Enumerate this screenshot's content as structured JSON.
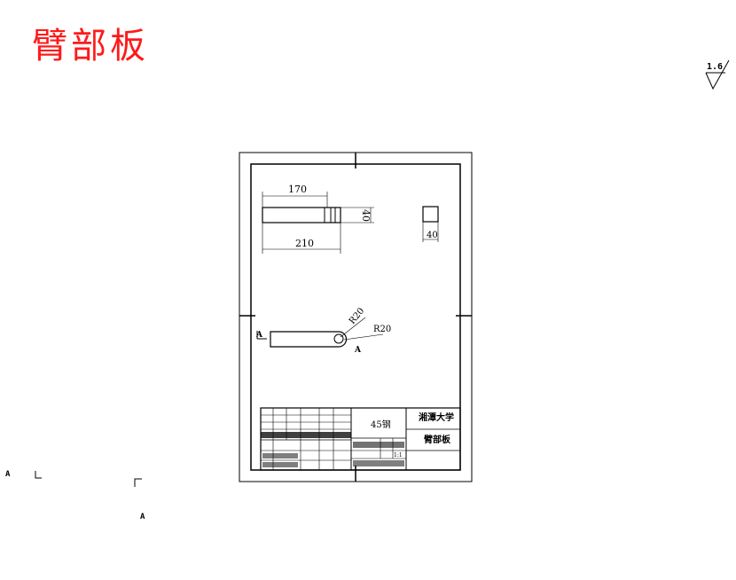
{
  "drawing_title": "臂部板",
  "surface_roughness": "1.6",
  "dimensions": {
    "top_length": "170",
    "total_length": "210",
    "height": "40",
    "square_size": "40",
    "radius_upper": "R20",
    "radius_lower": "R20"
  },
  "section_marker": "A",
  "loose_markers": [
    "A",
    "A"
  ],
  "title_block": {
    "material": "45钢",
    "school": "湘潭大学",
    "part_name": "臂部板",
    "scale_value": "1:1"
  },
  "colors": {
    "title": "#ff1a1a",
    "line": "#000000",
    "background": "#ffffff"
  }
}
